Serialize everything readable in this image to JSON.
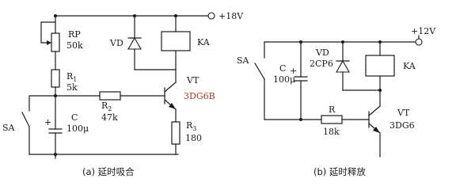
{
  "circuit_a": {
    "supply": "+18V",
    "rp_label": "RP",
    "rp_value": "50k",
    "r1_label": "R",
    "r1_sub": "1",
    "r1_value": "5k",
    "r2_label": "R",
    "r2_sub": "2",
    "r2_value": "47k",
    "r3_label": "R",
    "r3_sub": "3",
    "r3_value": "180",
    "c_label": "C",
    "c_value": "100μ",
    "vd_label": "VD",
    "ka_label": "KA",
    "vt_label": "VT",
    "vt_model": "3DG6B",
    "sa_label": "SA",
    "plus": "+",
    "caption": "(a) 延时吸合"
  },
  "circuit_b": {
    "supply": "+12V",
    "c_label": "C",
    "c_value": "100μ",
    "vd_label": "VD",
    "vd_model": "2CP6",
    "ka_label": "KA",
    "r_label": "R",
    "r_value": "18k",
    "vt_label": "VT",
    "vt_model": "3DG6",
    "sa_label": "SA",
    "plus": "+",
    "caption": "(b) 延时释放"
  },
  "colors": {
    "ink": "#1a1a1a",
    "accent": "#a33a2a"
  }
}
